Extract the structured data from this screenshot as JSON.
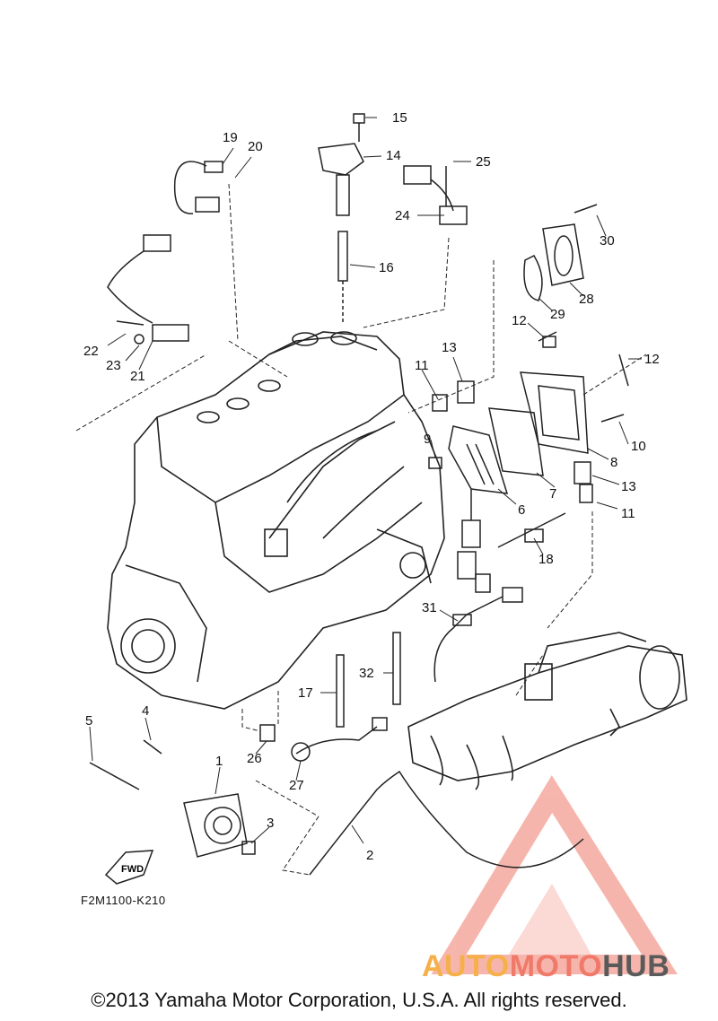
{
  "diagram": {
    "callouts": [
      "1",
      "2",
      "3",
      "4",
      "5",
      "6",
      "7",
      "8",
      "9",
      "10",
      "11",
      "11",
      "12",
      "12",
      "13",
      "13",
      "14",
      "15",
      "16",
      "17",
      "18",
      "19",
      "20",
      "21",
      "22",
      "23",
      "24",
      "25",
      "26",
      "27",
      "28",
      "29",
      "30",
      "31",
      "32"
    ],
    "fwd_label": "FWD",
    "part_code": "F2M1100-K210"
  },
  "watermark": {
    "auto": "AUTO",
    "moto": "MOTO",
    "hub": "HUB",
    "colors": {
      "triangle": "#f07a6a",
      "auto": "#f5b04a",
      "hub": "#5a5a5a"
    }
  },
  "footer": {
    "copyright": "©2013 Yamaha Motor Corporation, U.S.A. All rights reserved."
  }
}
